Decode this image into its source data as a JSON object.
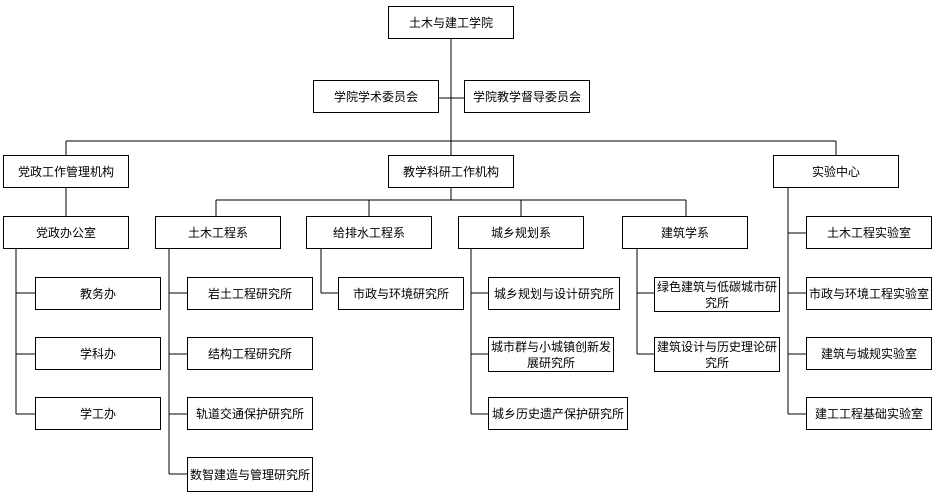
{
  "colors": {
    "line": "#000000",
    "box_border": "#000000",
    "background": "#ffffff"
  },
  "org": {
    "root": "土木与建工学院",
    "committees": [
      "学院学术委员会",
      "学院教学督导委员会"
    ],
    "party": {
      "title": "党政工作管理机构",
      "office": "党政办公室",
      "units": [
        "教务办",
        "学科办",
        "学工办"
      ]
    },
    "teaching": {
      "title": "教学科研工作机构",
      "departments": [
        {
          "name": "土木工程系",
          "institutes": [
            "岩土工程研究所",
            "结构工程研究所",
            "轨道交通保护研究所",
            "数智建造与管理研究所"
          ]
        },
        {
          "name": "给排水工程系",
          "institutes": [
            "市政与环境研究所"
          ]
        },
        {
          "name": "城乡规划系",
          "institutes": [
            "城乡规划与设计研究所",
            "城市群与小城镇创新发展研究所",
            "城乡历史遗产保护研究所"
          ]
        },
        {
          "name": "建筑学系",
          "institutes": [
            "绿色建筑与低碳城市研究所",
            "建筑设计与历史理论研究所"
          ]
        }
      ]
    },
    "lab": {
      "title": "实验中心",
      "labs": [
        "土木工程实验室",
        "市政与环境工程实验室",
        "建筑与城规实验室",
        "建工工程基础实验室"
      ]
    }
  }
}
